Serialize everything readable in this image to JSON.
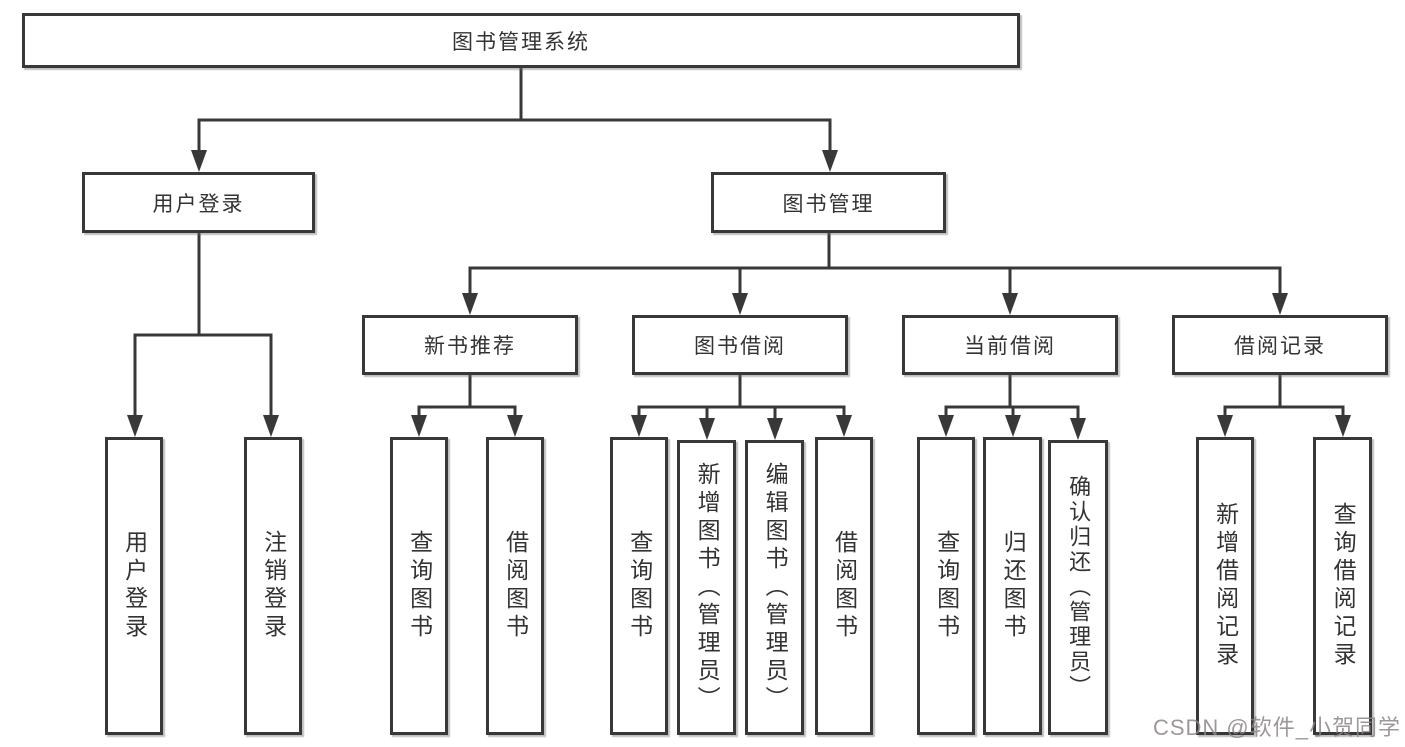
{
  "diagram": {
    "title": "图书管理系统",
    "nodes": {
      "root": "图书管理系统",
      "user_login": "用户登录",
      "book_mgmt": "图书管理",
      "new_book": "新书推荐",
      "book_borrow": "图书借阅",
      "current_borrow": "当前借阅",
      "borrow_record": "借阅记录",
      "leaf_user_login": "用户登录",
      "leaf_logout": "注销登录",
      "leaf_nb_query": "查询图书",
      "leaf_nb_borrow": "借阅图书",
      "leaf_bb_query": "查询图书",
      "leaf_bb_add": "新增图书（管理员）",
      "leaf_bb_edit": "编辑图书（管理员）",
      "leaf_bb_borrow": "借阅图书",
      "leaf_cb_query": "查询图书",
      "leaf_cb_return": "归还图书",
      "leaf_cb_confirm": "确认归还（管理员）",
      "leaf_br_add": "新增借阅记录",
      "leaf_br_query": "查询借阅记录"
    },
    "structure": {
      "图书管理系统": {
        "用户登录": [
          "用户登录",
          "注销登录"
        ],
        "图书管理": {
          "新书推荐": [
            "查询图书",
            "借阅图书"
          ],
          "图书借阅": [
            "查询图书",
            "新增图书（管理员）",
            "编辑图书（管理员）",
            "借阅图书"
          ],
          "当前借阅": [
            "查询图书",
            "归还图书",
            "确认归还（管理员）"
          ],
          "借阅记录": [
            "新增借阅记录",
            "查询借阅记录"
          ]
        }
      }
    },
    "colors": {
      "line": "#383838",
      "box_background": "#ffffff",
      "text": "#333333"
    }
  },
  "watermark": {
    "text": "CSDN @软件_小贺同学",
    "color": "#8c8686"
  }
}
